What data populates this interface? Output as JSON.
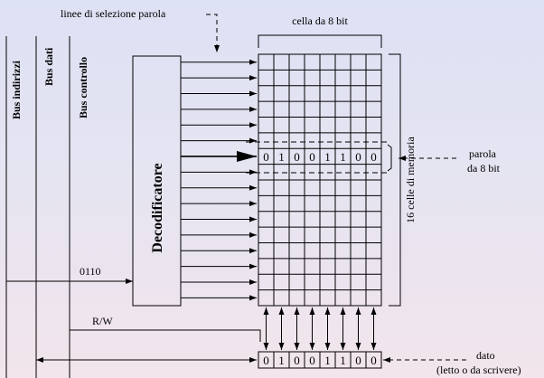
{
  "labels": {
    "bus_indirizzi": "Bus indirizzi",
    "bus_dati": "Bus dati",
    "bus_controllo": "Bus controllo",
    "decodificatore": "Decodificatore",
    "linee_selezione": "linee di selezione parola",
    "cella_8_bit": "cella da 8 bit",
    "parola_line1": "parola",
    "parola_line2": "da 8 bit",
    "celle_memoria": "16 celle di memoria",
    "indirizzo": "0110",
    "rw": "R/W",
    "dato_line1": "dato",
    "dato_line2": "(letto o da scrivere)"
  },
  "selected_word_bits": [
    "0",
    "1",
    "0",
    "0",
    "1",
    "1",
    "0",
    "0"
  ],
  "data_register_bits": [
    "0",
    "1",
    "0",
    "0",
    "1",
    "1",
    "0",
    "0"
  ],
  "memory": {
    "rows": 16,
    "columns": 8,
    "selected_row": 6
  }
}
